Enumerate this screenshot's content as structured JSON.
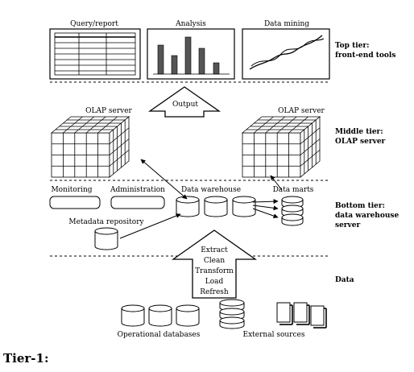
{
  "top": {
    "query_report": "Query/report",
    "analysis": "Analysis",
    "data_mining": "Data mining",
    "tier_line1": "Top tier:",
    "tier_line2": "front-end tools"
  },
  "middle": {
    "output": "Output",
    "olap_left": "OLAP server",
    "olap_right": "OLAP server",
    "tier_line1": "Middle tier:",
    "tier_line2": "OLAP server"
  },
  "bottom": {
    "monitoring": "Monitoring",
    "administration": "Administration",
    "data_warehouse": "Data warehouse",
    "data_marts": "Data marts",
    "metadata_repository": "Metadata repository",
    "tier_line1": "Bottom tier:",
    "tier_line2": "data warehouse",
    "tier_line3": "server"
  },
  "data": {
    "extract": "Extract",
    "clean": "Clean",
    "transform": "Transform",
    "load": "Load",
    "refresh": "Refresh",
    "tier_label": "Data",
    "operational_databases": "Operational databases",
    "external_sources": "External sources"
  },
  "caption": "Tier-1:"
}
